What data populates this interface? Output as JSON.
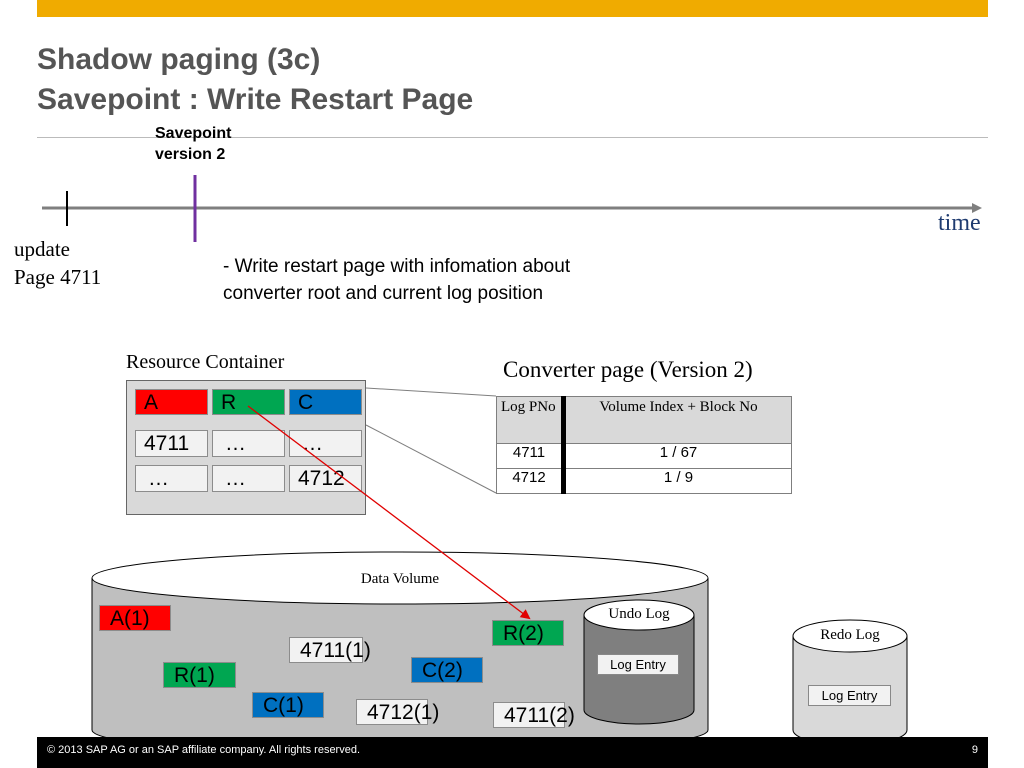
{
  "header": {
    "title_line1": "Shadow paging (3c)",
    "title_line2": "Savepoint : Write Restart Page"
  },
  "timeline": {
    "savepoint_label": "Savepoint version 2",
    "time_label": "time",
    "update_label_line1": "update",
    "update_label_line2": "Page 4711",
    "note_line1": "- Write restart page with infomation about",
    "note_line2": "converter root and current log position"
  },
  "resource_container": {
    "title": "Resource Container",
    "row1": [
      "A",
      "R",
      "C"
    ],
    "row2": [
      "4711",
      "…",
      "…"
    ],
    "row3": [
      "…",
      "…",
      "4712"
    ]
  },
  "converter": {
    "title": "Converter page (Version 2)",
    "headers": [
      "Log PNo",
      "Volume Index + Block No"
    ],
    "rows": [
      {
        "pno": "4711",
        "loc": "1 / 67"
      },
      {
        "pno": "4712",
        "loc": "1 / 9"
      }
    ]
  },
  "data_volume": {
    "label": "Data Volume",
    "blocks": {
      "a1": "A(1)",
      "r1": "R(1)",
      "c1": "C(1)",
      "r2": "R(2)",
      "c2": "C(2)",
      "b4711_1": "4711(1)",
      "b4712_1": "4712(1)",
      "b4711_2": "4711(2)"
    }
  },
  "undo_log": {
    "label": "Undo Log",
    "entry": "Log Entry"
  },
  "redo_log": {
    "label": "Redo Log",
    "entry": "Log Entry"
  },
  "footer": {
    "copyright": "© 2013 SAP AG or an SAP affiliate company. All rights reserved.",
    "page_number": "9"
  },
  "colors": {
    "accent": "#f0ab00",
    "red": "#ff0000",
    "green": "#00a651",
    "blue": "#0070c0",
    "purple": "#7030a0",
    "arrow": "#e00000"
  }
}
